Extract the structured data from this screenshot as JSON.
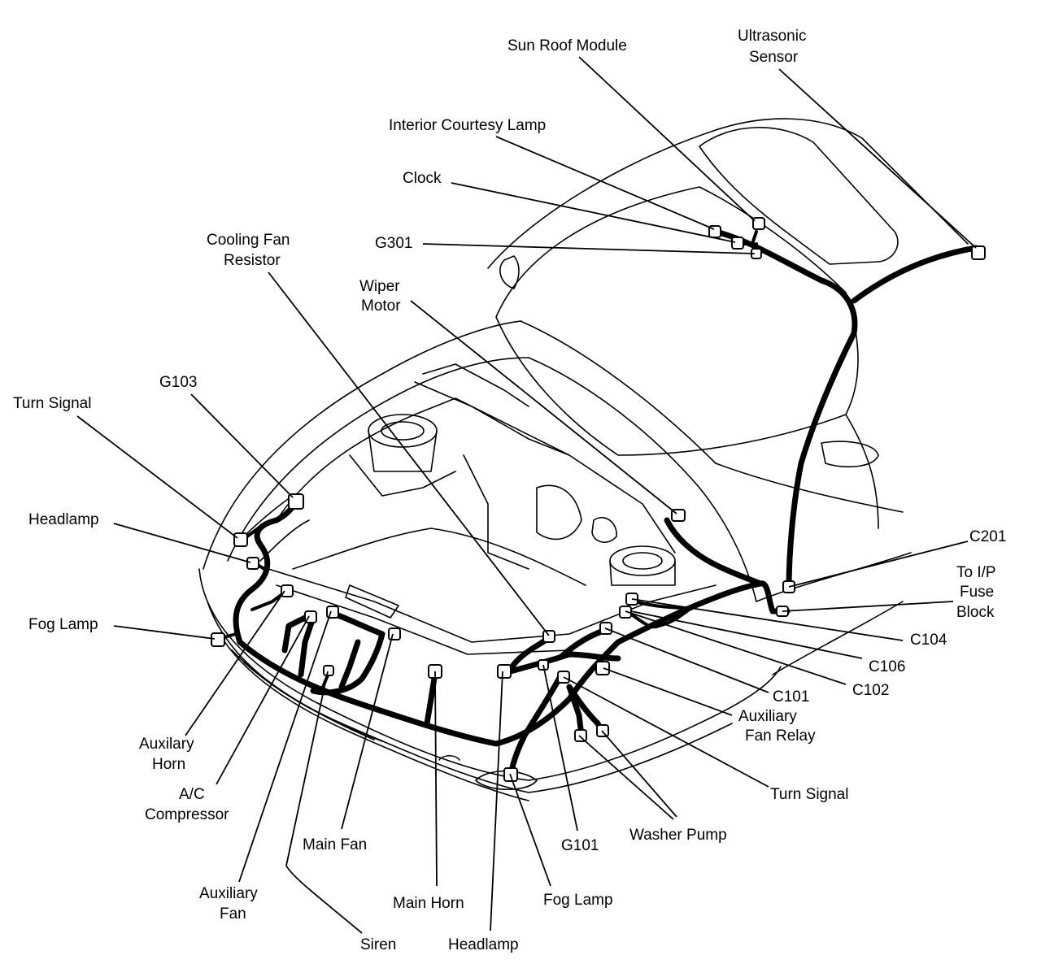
{
  "labels": {
    "sun_roof_module": "Sun Roof Module",
    "ultrasonic_sensor_1": "Ultrasonic",
    "ultrasonic_sensor_2": "Sensor",
    "interior_courtesy_lamp": "Interior Courtesy Lamp",
    "clock": "Clock",
    "g301": "G301",
    "cooling_fan_resistor_1": "Cooling Fan",
    "cooling_fan_resistor_2": "Resistor",
    "wiper_motor_1": "Wiper",
    "wiper_motor_2": "Motor",
    "g103": "G103",
    "turn_signal_left": "Turn Signal",
    "headlamp_left": "Headlamp",
    "fog_lamp_left": "Fog Lamp",
    "auxiliary_horn_1": "Auxilary",
    "auxiliary_horn_2": "Horn",
    "ac_compressor_1": "A/C",
    "ac_compressor_2": "Compressor",
    "auxiliary_fan_1": "Auxiliary",
    "auxiliary_fan_2": "Fan",
    "main_fan": "Main Fan",
    "siren": "Siren",
    "main_horn": "Main Horn",
    "headlamp_bottom": "Headlamp",
    "fog_lamp_bottom": "Fog Lamp",
    "g101": "G101",
    "washer_pump": "Washer Pump",
    "turn_signal_right": "Turn Signal",
    "auxiliary_fan_relay_1": "Auxiliary",
    "auxiliary_fan_relay_2": "Fan Relay",
    "c101": "C101",
    "c102": "C102",
    "c106": "C106",
    "c104": "C104",
    "to_ip_fuse_block_1": "To I/P",
    "to_ip_fuse_block_2": "Fuse",
    "to_ip_fuse_block_3": "Block",
    "c201": "C201"
  }
}
